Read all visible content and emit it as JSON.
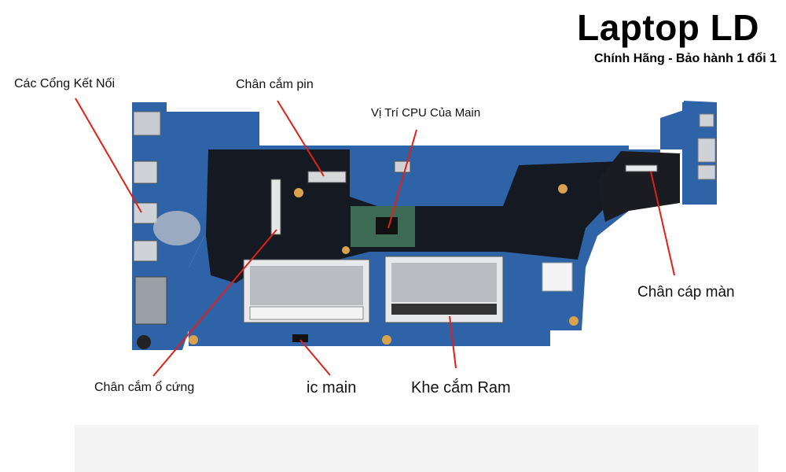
{
  "brand": {
    "title": "Laptop LD",
    "subtitle": "Chính Hãng - Bảo hành 1 đổi 1"
  },
  "annotations": {
    "ports": "Các Cổng Kết Nối",
    "battery_connector": "Chân cắm pin",
    "cpu_location": "Vị Trí CPU Của Main",
    "display_connector": "Chân cáp màn",
    "hdd_connector": "Chân cắm ổ cứng",
    "main_ic": "ic main",
    "ram_slot": "Khe cắm Ram"
  },
  "colors": {
    "board_blue": "#2f63a8",
    "board_black": "#14161a",
    "pointer_red": "#e0201b",
    "heatsink_silver": "#b9bcc0"
  }
}
